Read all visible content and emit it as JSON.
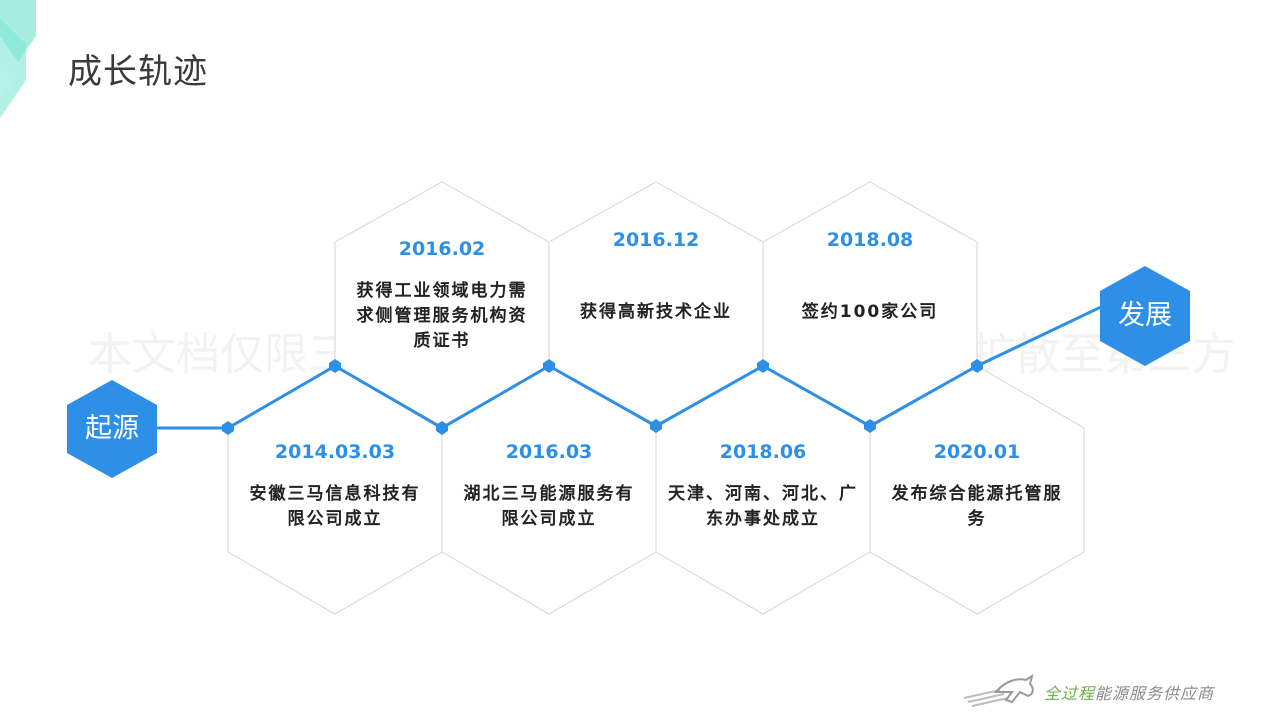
{
  "title": "成长轨迹",
  "watermark": {
    "left": "本文档仅限三马",
    "right": "扩散至第三方"
  },
  "start_label": "起源",
  "end_label": "发展",
  "milestones": [
    {
      "date": "2014.03.03",
      "desc": "安徽三马信息科技有限公司成立"
    },
    {
      "date": "2016.02",
      "desc": "获得工业领域电力需求侧管理服务机构资质证书"
    },
    {
      "date": "2016.03",
      "desc": "湖北三马能源服务有限公司成立"
    },
    {
      "date": "2016.12",
      "desc": "获得高新技术企业"
    },
    {
      "date": "2018.06",
      "desc": "天津、河南、河北、广东办事处成立"
    },
    {
      "date": "2018.08",
      "desc": "签约100家公司"
    },
    {
      "date": "2020.01",
      "desc": "发布综合能源托管服务"
    }
  ],
  "footer": {
    "slogan_highlight": "全过程",
    "slogan_rest": "能源服务供应商"
  },
  "colors": {
    "accent": "#2e8fe6",
    "hex_border": "#d4d4d4",
    "corner_teal": "#5ee0c8"
  },
  "icons": {
    "logo": "horse-logo-icon"
  }
}
